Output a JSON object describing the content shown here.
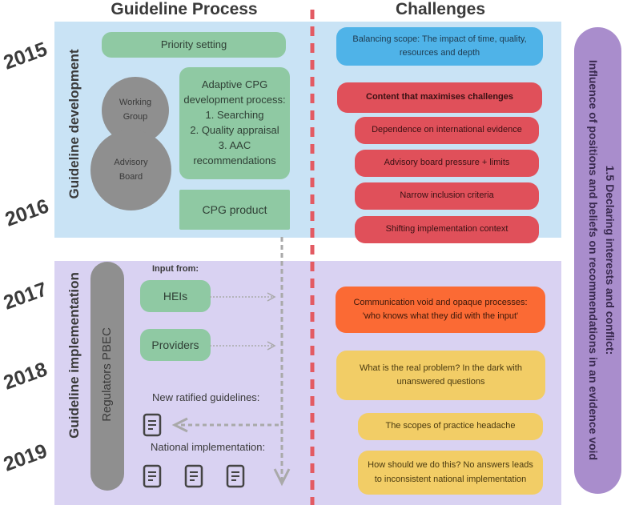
{
  "headers": {
    "process": "Guideline Process",
    "challenges": "Challenges"
  },
  "years": [
    "2015",
    "2016",
    "2017",
    "2018",
    "2019"
  ],
  "sections": {
    "development_label": "Guideline development",
    "implementation_label": "Guideline implementation"
  },
  "process": {
    "priority_setting": "Priority setting",
    "working_group": [
      "Working",
      "Group"
    ],
    "advisory_board": [
      "Advisory",
      "Board"
    ],
    "adaptive_lines": [
      "Adaptive CPG",
      "development process:",
      "1. Searching",
      "2. Quality appraisal",
      "3. AAC",
      "recommendations"
    ],
    "cpg_product": "CPG product",
    "regulators": "Regulators PBEC",
    "input_from": "Input from:",
    "heis": "HEIs",
    "providers": "Providers",
    "new_ratified": "New ratified guidelines:",
    "national_implementation": "National implementation:"
  },
  "challenges": {
    "balancing": [
      "Balancing scope: The impact of time, quality,",
      "resources and depth"
    ],
    "content_max": "Content that maximises challenges",
    "dependence": "Dependence on international evidence",
    "advisory_pressure": "Advisory board pressure + limits",
    "narrow": "Narrow inclusion criteria",
    "shifting": "Shifting implementation context",
    "communication": [
      "Communication void and opaque processes:",
      "'who knows what they did with the input'"
    ],
    "real_problem": [
      "What is the real problem? In the dark with",
      "unanswered questions"
    ],
    "scopes": "The scopes of practice headache",
    "how_should": [
      "How should we do this? No answers leads",
      "to inconsistent national implementation"
    ]
  },
  "side_banner": [
    "1.5 Declaring interests and conflict:",
    "Influence of positions and beliefs on recommendations in an evidence void"
  ],
  "colors": {
    "blue_panel": "#c9e3f5",
    "purple_panel": "#d9d2f2",
    "green": "#8fc9a3",
    "red": "#e0505a",
    "orange": "#fb6a34",
    "yellow": "#f2cd66",
    "light_blue": "#4fb3e8",
    "banner": "#a98dcc",
    "divider": "#e35b63"
  }
}
